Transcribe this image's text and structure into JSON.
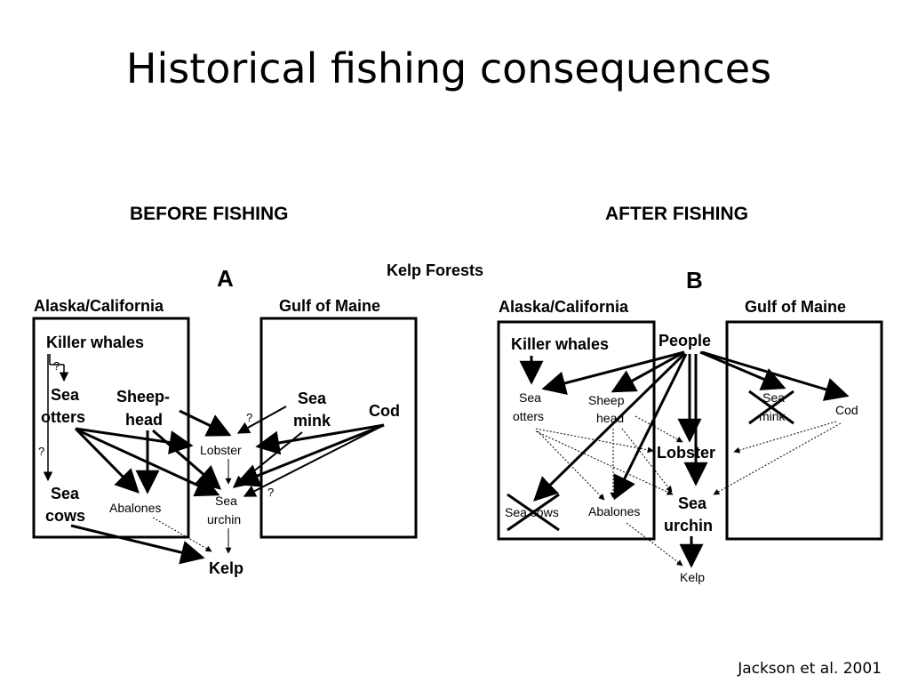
{
  "slide": {
    "title": "Historical fishing consequences",
    "citation": "Jackson et al. 2001"
  },
  "diagram": {
    "center_label": "Kelp Forests",
    "panel_a": {
      "heading": "BEFORE FISHING",
      "letter": "A",
      "regions": {
        "left": "Alaska/California",
        "right": "Gulf of Maine"
      },
      "nodes": {
        "killer_whales": "Killer whales",
        "sea_otters_1": "Sea",
        "sea_otters_2": "otters",
        "sheephead_1": "Sheep-",
        "sheephead_2": "head",
        "sea_cows_1": "Sea",
        "sea_cows_2": "cows",
        "abalones": "Abalones",
        "lobster": "Lobster",
        "sea_urchin_1": "Sea",
        "sea_urchin_2": "urchin",
        "kelp": "Kelp",
        "sea_mink_1": "Sea",
        "sea_mink_2": "mink",
        "cod": "Cod"
      },
      "uncertain_mark": "?"
    },
    "panel_b": {
      "heading": "AFTER FISHING",
      "letter": "B",
      "regions": {
        "left": "Alaska/California",
        "right": "Gulf of Maine"
      },
      "nodes": {
        "people": "People",
        "killer_whales": "Killer whales",
        "sea_otters_1": "Sea",
        "sea_otters_2": "otters",
        "sheephead_1": "Sheep",
        "sheephead_2": "head",
        "sea_cows": "Sea cows",
        "abalones": "Abalones",
        "lobster": "Lobster",
        "sea_urchin_1": "Sea",
        "sea_urchin_2": "urchin",
        "kelp": "Kelp",
        "sea_mink_1": "Sea",
        "sea_mink_2": "mink",
        "cod": "Cod"
      }
    }
  }
}
